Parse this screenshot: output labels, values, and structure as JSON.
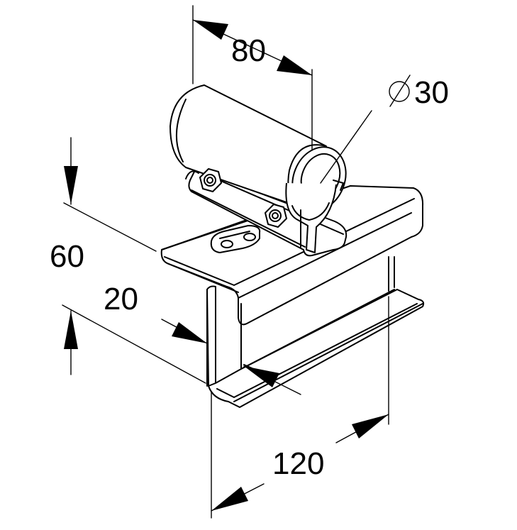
{
  "dimensions": {
    "width_top": "80",
    "diameter": "30",
    "height": "60",
    "flange": "20",
    "length": "120"
  }
}
